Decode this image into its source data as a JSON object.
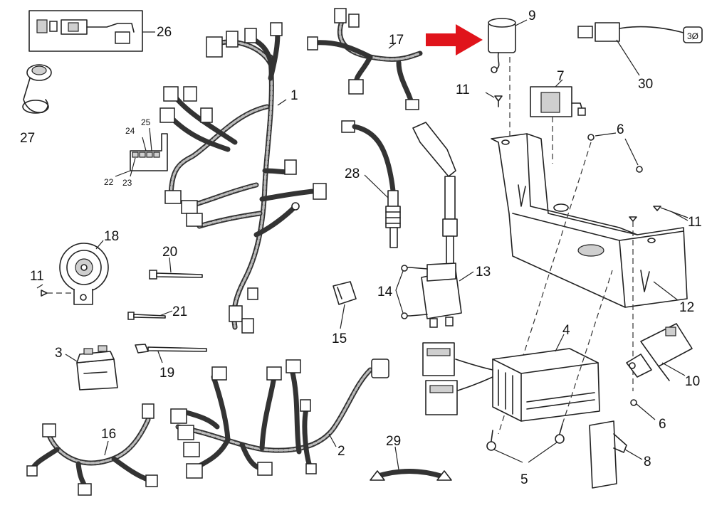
{
  "labels": {
    "l1": "1",
    "l2": "2",
    "l3": "3",
    "l4": "4",
    "l5": "5",
    "l6a": "6",
    "l6b": "6",
    "l7": "7",
    "l8": "8",
    "l9": "9",
    "l10": "10",
    "l11a": "11",
    "l11b": "11",
    "l11c": "11",
    "l12": "12",
    "l13": "13",
    "l14": "14",
    "l15": "15",
    "l16": "16",
    "l17": "17",
    "l18": "18",
    "l19": "19",
    "l20": "20",
    "l21": "21",
    "l22": "22",
    "l23": "23",
    "l24": "24",
    "l25": "25",
    "l26": "26",
    "l27": "27",
    "l28": "28",
    "l29": "29",
    "l30": "30",
    "l30icon": "3Ø"
  },
  "colors": {
    "arrow": "#e0141b",
    "line": "#222222"
  }
}
